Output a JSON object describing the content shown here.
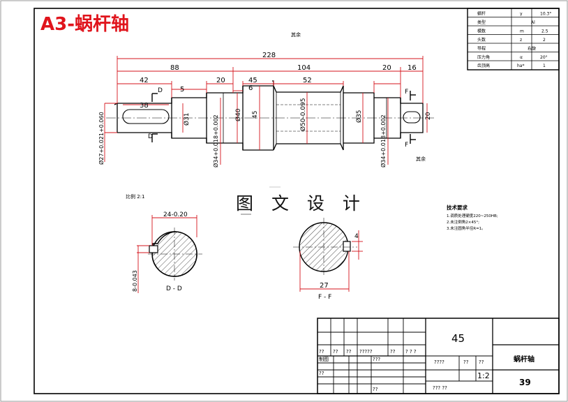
{
  "sheet_title": "A3-蜗杆轴",
  "watermark": "图 文 设 计",
  "main_view": {
    "top_label": "其余",
    "dims": {
      "total": "228",
      "d88": "88",
      "d104": "104",
      "d42": "42",
      "d20a": "20",
      "d45": "45",
      "d52": "52",
      "d20b": "20",
      "d16": "16",
      "d5": "5",
      "d6": "6",
      "key_len": "38",
      "dia31": "Ø31",
      "dia40": "Ø40",
      "dia45": "45",
      "dia50": "Ø50-0.095",
      "dia35": "Ø35",
      "dia20": "20",
      "tol_left": "Ø27+0.021+0.060",
      "tol_b1": "Ø34+0.018+0.002",
      "tol_b2": "Ø34+0.018+0.002"
    },
    "section_marks": {
      "d_top": "D",
      "d_bot": "D",
      "f_top": "F",
      "f_bot": "F"
    },
    "right_note": "其余",
    "scale_note": "比例  2:1"
  },
  "section_dd": {
    "label": "D - D",
    "dim_top": "24-0.20",
    "dim_side": "8-0.043"
  },
  "section_ff": {
    "label": "F - F",
    "dim_bottom": "27",
    "dim_side": "4"
  },
  "tech_req": {
    "heading": "技术要求",
    "lines": [
      "1.调质处理硬度220~250HB;",
      "2.未注倒角2×45°;",
      "3.未注圆角半径R=1。"
    ]
  },
  "param_table": {
    "rows": [
      [
        "蜗杆",
        "γ",
        "10.3°"
      ],
      [
        "类型",
        "",
        "Al"
      ],
      [
        "模数",
        "m",
        "2.5"
      ],
      [
        "头数",
        "z",
        "2"
      ],
      [
        "导程",
        "",
        "右旋"
      ],
      [
        "压力角",
        "α",
        "20°"
      ],
      [
        "齿顶高",
        "ha*",
        "1"
      ]
    ]
  },
  "title_block": {
    "material": "45",
    "part_name": "蜗杆轴",
    "drawing_no": "39",
    "scale": "1:2",
    "row1": [
      "??",
      "??",
      "??",
      "?????",
      "??",
      "? ? ?"
    ],
    "designer": "????",
    "q1": "??",
    "q2": "??",
    "made": "制图",
    "checker": "??",
    "row_mid": "???",
    "bottom_mid": "??",
    "bottom_right": "??? ??"
  }
}
